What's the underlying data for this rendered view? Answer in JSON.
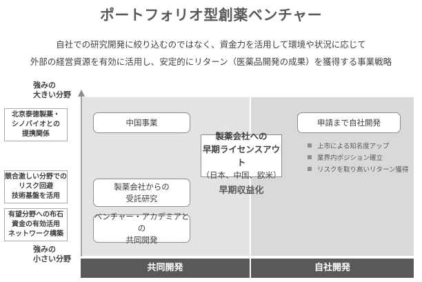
{
  "title": "ポートフォリオ型創薬ベンチャー",
  "subtitle": [
    "自社での研究開発に絞り込むのではなく、資金力を活用して環境や状況に応じて",
    "外部の経営資源を有効に活用し、安定的にリターン（医薬品開発の成果）を獲得する事業戦略"
  ],
  "axis": {
    "top": [
      "強みの",
      "大きい分野"
    ],
    "bottom": [
      "強みの",
      "小さい分野"
    ]
  },
  "left_labels": [
    [
      "北京泰徳製薬・",
      "シノバイオとの",
      "提携関係"
    ],
    [
      "競合激しい分野での",
      "リスク回避",
      "技術基盤を活用"
    ],
    [
      "有望分野への布石",
      "資金の有効活用",
      "ネットワーク構築"
    ]
  ],
  "boxes": {
    "china": [
      "中国事業"
    ],
    "contract": [
      "製薬会社からの",
      "受託研究"
    ],
    "academia": [
      "ベンチャー・アカデミアとの",
      "共同開発"
    ],
    "own_dev": [
      "申請まで自社開発"
    ]
  },
  "center": {
    "lines": [
      "製薬会社への",
      "早期ライセンスアウト"
    ],
    "paren": "（日本、中国、欧米）"
  },
  "early_profit": "早期収益化",
  "bullets": [
    "上市による知名度アップ",
    "業界内ポジション確立",
    "リスクを取り高いリターン獲得"
  ],
  "bottom_bar": {
    "left": "共同開発",
    "right": "自社開発"
  },
  "colors": {
    "panel_left": "#e3e3e3",
    "panel_right": "#d9d9d9",
    "bar": "#595959",
    "text": "#404040"
  }
}
